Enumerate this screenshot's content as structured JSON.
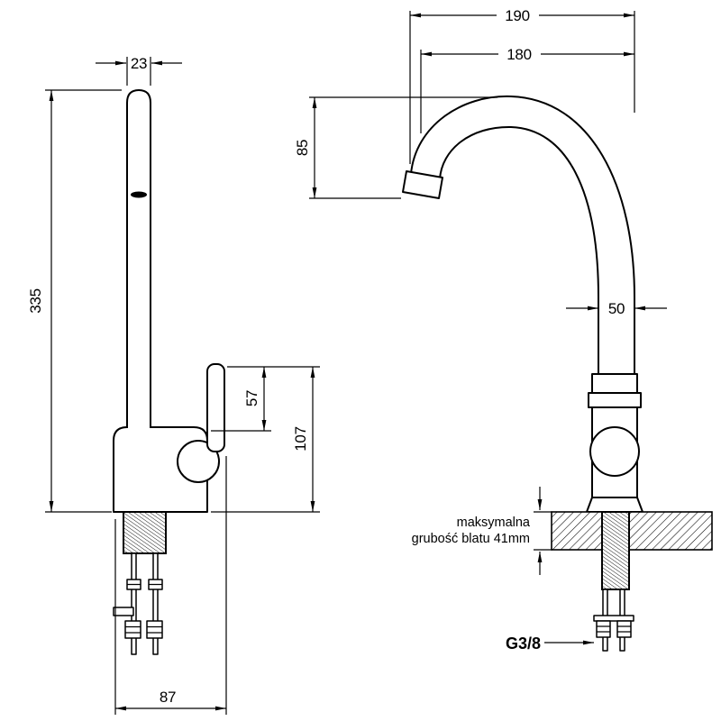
{
  "page": {
    "background": "#ffffff",
    "line_color": "#000000"
  },
  "side_view": {
    "dims": {
      "spout_width": "23",
      "total_height": "335",
      "handle_to_body_top": "57",
      "handle_to_base": "107",
      "base_depth": "87"
    }
  },
  "front_view": {
    "dims": {
      "overall_width": "190",
      "spout_reach": "180",
      "spout_drop": "85",
      "pipe_diameter": "50"
    },
    "notes": {
      "counter_line1": "maksymalna",
      "counter_line2": "grubość blatu 41mm",
      "thread_size": "G3/8"
    }
  }
}
